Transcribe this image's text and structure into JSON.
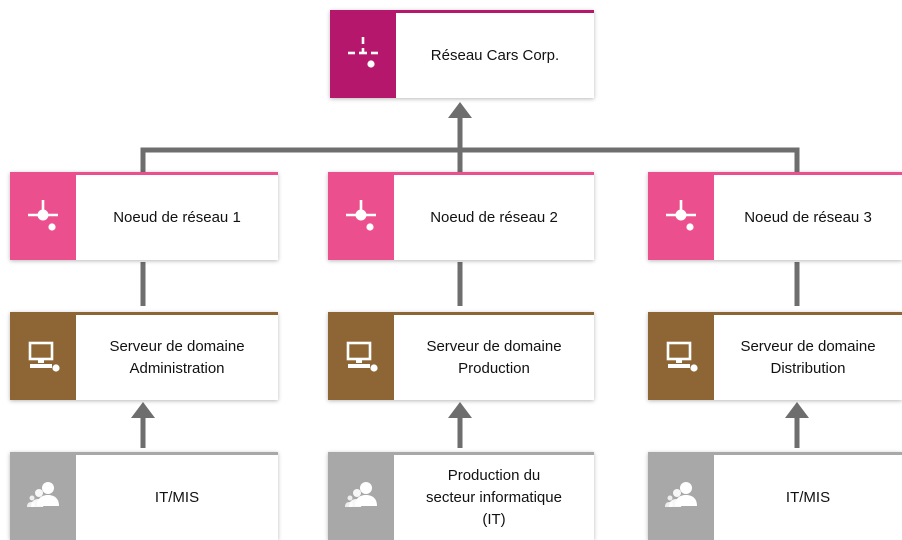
{
  "colors": {
    "root": "#B5176C",
    "network_node": "#EC4F8E",
    "server": "#8E6636",
    "group": "#A8A8A8",
    "connector": "#6E6E6E"
  },
  "root": {
    "label": "Réseau Cars Corp.",
    "icon": "network-icon"
  },
  "columns": [
    {
      "network_node": {
        "label": "Noeud de réseau 1",
        "icon": "network-node-icon"
      },
      "server": {
        "label": "Serveur de domaine\nAdministration",
        "icon": "computer-icon"
      },
      "group": {
        "label": "IT/MIS",
        "icon": "people-icon"
      }
    },
    {
      "network_node": {
        "label": "Noeud de réseau 2",
        "icon": "network-node-icon"
      },
      "server": {
        "label": "Serveur de domaine\nProduction",
        "icon": "computer-icon"
      },
      "group": {
        "label": "Production du\nsecteur informatique\n(IT)",
        "icon": "people-icon"
      }
    },
    {
      "network_node": {
        "label": "Noeud de réseau 3",
        "icon": "network-node-icon"
      },
      "server": {
        "label": "Serveur de domaine\nDistribution",
        "icon": "computer-icon"
      },
      "group": {
        "label": "IT/MIS",
        "icon": "people-icon"
      }
    }
  ]
}
